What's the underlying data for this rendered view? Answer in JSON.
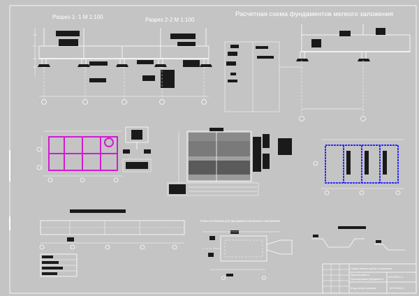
{
  "drawing": {
    "section_1_title": "Разрез 1- 1 М 1:100",
    "section_2_title": "Разрез 2-2 М 1:100",
    "scheme_title": "Расчетная схема фундаментов мелкого заложения",
    "pit_plan_title": "План котлована для фундаментов мелкого заложения"
  },
  "title_block": {
    "row1": "Нормы Земных кругов и заложения",
    "row2": "Курсовая работа",
    "row3": "Проектирование фундамента",
    "row4": "МТИ ИМ Б-4",
    "row5": "Фонд, копер, разрезы",
    "row6": "МТИ ИМ Б-4"
  },
  "colors": {
    "background": "#c4c4c4",
    "line": "#ffffff",
    "ink": "#1a1a1a",
    "magenta": "#d21ad2",
    "blue": "#2a2aff"
  }
}
